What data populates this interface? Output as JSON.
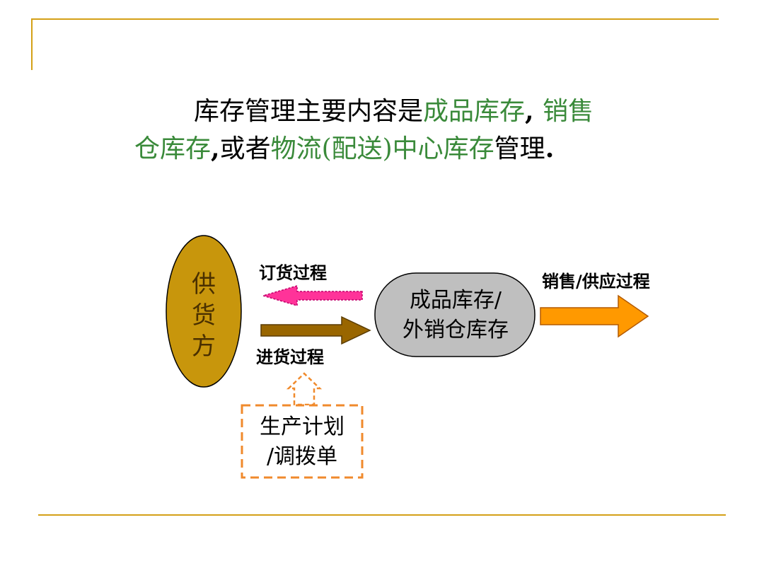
{
  "headline": {
    "line1": [
      {
        "text": "库存管理主要内容是",
        "style": "black"
      },
      {
        "text": "成品库存",
        "style": "green"
      },
      {
        "text": ", ",
        "style": "black-bold"
      },
      {
        "text": "销售",
        "style": "green"
      }
    ],
    "line2": [
      {
        "text": "仓库存",
        "style": "green"
      },
      {
        "text": ",",
        "style": "black-bold"
      },
      {
        "text": "或者",
        "style": "black"
      },
      {
        "text": "物流(配送)中心库存",
        "style": "green"
      },
      {
        "text": "管理",
        "style": "black"
      },
      {
        "text": ".",
        "style": "black-bold"
      }
    ]
  },
  "diagram": {
    "supplier": {
      "chars": [
        "供",
        "货",
        "方"
      ],
      "fill": "#c8960c"
    },
    "order_label": "订货过程",
    "purchase_label": "进货过程",
    "sales_label": "销售/供应过程",
    "store": {
      "line1": "成品库存/",
      "line2": "外销仓库存",
      "fill": "#bfbfbf"
    },
    "plan": {
      "line1": "生产计划",
      "line2": "/调拨单",
      "border": "#f08a2c"
    },
    "colors": {
      "order_arrow": "#ff3399",
      "purchase_arrow": "#996600",
      "sales_arrow": "#ff9900",
      "frame_line": "#d4a017",
      "highlight_text": "#3a8a3a"
    }
  }
}
